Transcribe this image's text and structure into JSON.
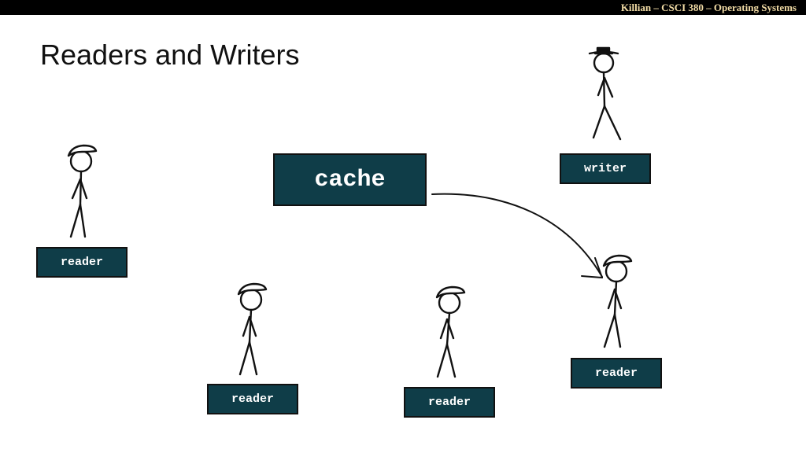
{
  "header": {
    "course": "Killian – CSCI 380 – Operating Systems"
  },
  "slide": {
    "title": "Readers and Writers"
  },
  "cache": {
    "label": "cache"
  },
  "writer": {
    "label": "writer"
  },
  "readers": [
    {
      "label": "reader"
    },
    {
      "label": "reader"
    },
    {
      "label": "reader"
    },
    {
      "label": "reader"
    }
  ],
  "colors": {
    "header_bar": "#000000",
    "header_text": "#f2dca6",
    "box_fill": "#0f3d48",
    "ink": "#111111"
  },
  "icons": {
    "reader": "stick-figure-beret-icon",
    "writer": "stick-figure-top-hat-icon",
    "arrow": "curved-arrow-icon"
  }
}
